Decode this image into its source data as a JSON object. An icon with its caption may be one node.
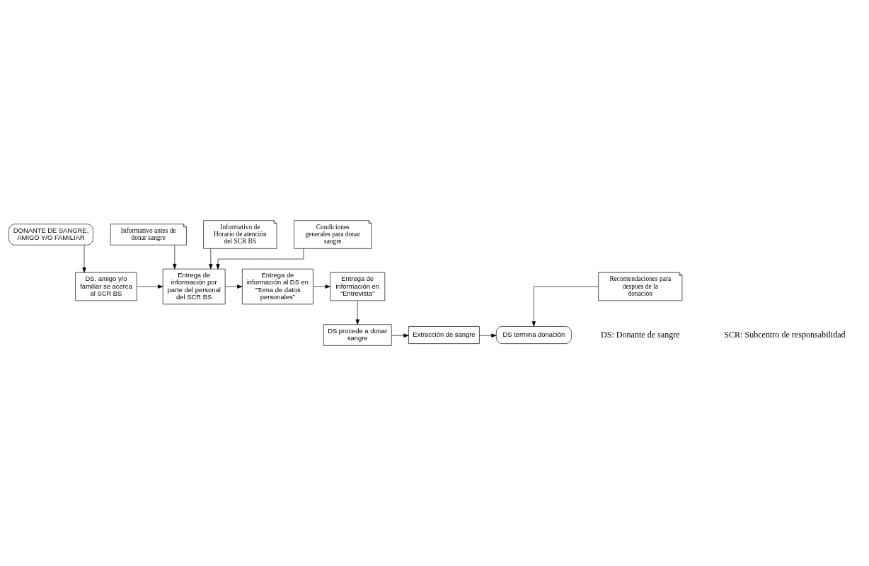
{
  "diagram": {
    "nodes": [
      {
        "text": [
          "DONANTE DE SANGRE, AMIGO Y/O FAMILIAR"
        ]
      },
      {
        "text": [
          "DS, amigo y/o familiar se acerca al SCR BS"
        ]
      },
      {
        "text": [
          "Entrega de información por parte del personal del SCR BS"
        ]
      },
      {
        "text": [
          "Entrega de información al DS en “Toma de datos personales”"
        ]
      },
      {
        "text": [
          "Entrega de información en “Entrevista”"
        ]
      },
      {
        "text": [
          "Informativo antes de donar sangre"
        ]
      },
      {
        "text": [
          "Informativo de Horario de atención del SCR BS"
        ]
      },
      {
        "text": [
          "Condiciones generales para donar sangre"
        ]
      },
      {
        "text": [
          "DS procede a donar sangre"
        ]
      },
      {
        "text": [
          "Extracción de sangre"
        ]
      },
      {
        "text": [
          "DS termina donación"
        ]
      },
      {
        "text": [
          "Recomendaciones para después de la donación"
        ]
      }
    ],
    "edges": [
      {
        "from": 0,
        "to": 1,
        "arrow": "to"
      },
      {
        "from": 1,
        "to": 2,
        "arrow": "to"
      },
      {
        "from": 2,
        "to": 3,
        "arrow": "to"
      },
      {
        "from": 3,
        "to": 4,
        "arrow": "to"
      },
      {
        "from": 5,
        "to": 2,
        "arrow": "to"
      },
      {
        "from": 6,
        "to": 2,
        "arrow": "to"
      },
      {
        "from": 7,
        "to": 2,
        "arrow": "to"
      },
      {
        "from": 4,
        "to": 8,
        "arrow": "to"
      },
      {
        "from": 8,
        "to": 9,
        "arrow": "to"
      },
      {
        "from": 9,
        "to": 10,
        "arrow": "to"
      },
      {
        "from": 11,
        "to": 10,
        "arrow": "to"
      }
    ],
    "labels": [
      "DS: Donante de sangre",
      "SCR: Subcentro de responsabilidad"
    ]
  }
}
